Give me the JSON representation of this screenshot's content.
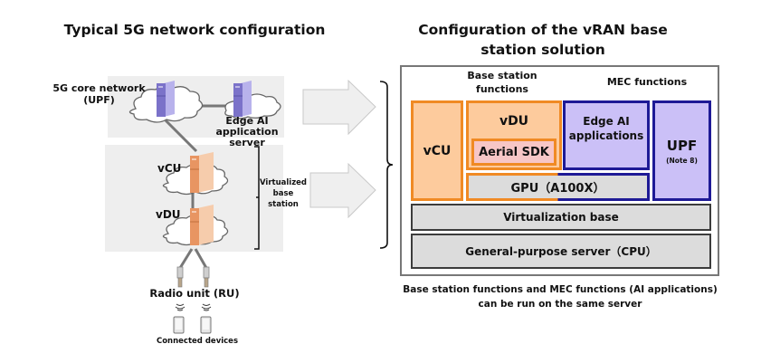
{
  "left": {
    "title": "Typical 5G network configuration",
    "core_network_label_line1": "5G core network",
    "core_network_label_line2": "(UPF)",
    "edge_server_label_line1": "Edge AI",
    "edge_server_label_line2": "application server",
    "vcu_label": "vCU",
    "vdu_label": "vDU",
    "virtualized_label_line1": "Virtualized",
    "virtualized_label_line2": "base",
    "virtualized_label_line3": "station",
    "radio_unit_label": "Radio unit (RU)",
    "devices_label": "Connected devices"
  },
  "right": {
    "title_line1": "Configuration of the vRAN base",
    "title_line2": "station solution",
    "base_station_functions_line1": "Base station",
    "base_station_functions_line2": "functions",
    "mec_functions": "MEC functions",
    "vcu": "vCU",
    "vdu": "vDU",
    "aerial_sdk": "Aerial SDK",
    "edge_ai_line1": "Edge AI",
    "edge_ai_line2": "applications",
    "upf": "UPF",
    "upf_note": "(Note 8)",
    "gpu": "GPU（A100X）",
    "virtualization_base": "Virtualization base",
    "general_server": "General-purpose server（CPU）",
    "caption_line1": "Base station functions and MEC functions (AI applications)",
    "caption_line2": "can be run on the same server"
  },
  "colors": {
    "orange_fill": "#fdcb9d",
    "orange_border": "#f08a24",
    "purple_fill": "#cbc0f7",
    "purple_border": "#1e1a96",
    "pink_fill": "#f7c6c6",
    "grey_fill": "#dcdcdc",
    "server_purple": "#7b72c9",
    "server_orange": "#e89562"
  }
}
